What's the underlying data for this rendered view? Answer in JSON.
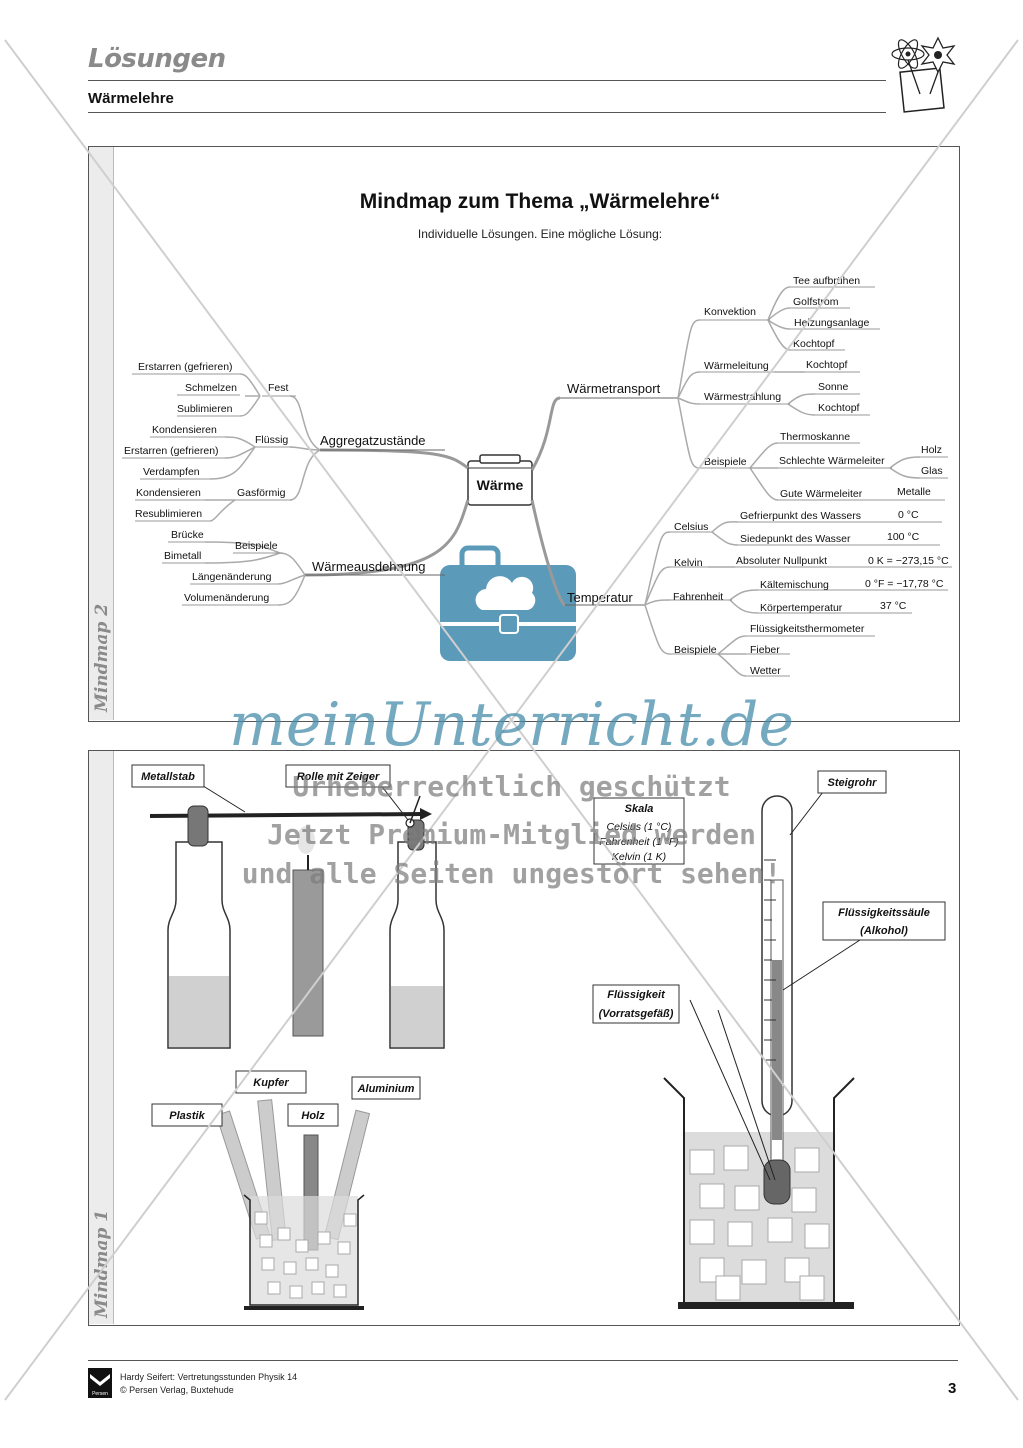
{
  "header": {
    "title": "Lösungen",
    "subtitle": "Wärmelehre"
  },
  "mindmap2": {
    "side_label": "Mindmap 2",
    "title": "Mindmap zum Thema „Wärmelehre“",
    "subtitle": "Individuelle Lösungen. Eine mögliche Lösung:",
    "center": "Wärme",
    "aggregatzustaende": {
      "label": "Aggregatzustände",
      "fest": {
        "label": "Fest",
        "items": [
          "Erstarren (gefrieren)",
          "Schmelzen",
          "Sublimieren"
        ]
      },
      "fluessig": {
        "label": "Flüssig",
        "items": [
          "Kondensieren",
          "Erstarren (gefrieren)",
          "Verdampfen"
        ]
      },
      "gasfoermig": {
        "label": "Gasförmig",
        "items": [
          "Kondensieren",
          "Resublimieren"
        ]
      }
    },
    "waermeausdehnung": {
      "label": "Wärmeausdehnung",
      "beispiele": {
        "label": "Beispiele",
        "items": [
          "Brücke",
          "Bimetall"
        ]
      },
      "extra": [
        "Längenänderung",
        "Volumenänderung"
      ]
    },
    "waermetransport": {
      "label": "Wärmetransport",
      "konvektion": {
        "label": "Konvektion",
        "items": [
          "Tee aufbrühen",
          "Golfstrom",
          "Heizungsanlage",
          "Kochtopf"
        ]
      },
      "waermeleitung": {
        "label": "Wärmeleitung",
        "items": [
          "Kochtopf"
        ]
      },
      "waermestrahlung": {
        "label": "Wärmestrahlung",
        "items": [
          "Sonne",
          "Kochtopf"
        ]
      },
      "beispiele": {
        "label": "Beispiele",
        "thermoskanne": "Thermoskanne",
        "schlechte": "Schlechte Wärmeleiter",
        "schlechte_items": [
          "Holz",
          "Glas"
        ],
        "gute": "Gute Wärmeleiter",
        "gute_items": [
          "Metalle"
        ]
      }
    },
    "temperatur": {
      "label": "Temperatur",
      "celsius": {
        "label": "Celsius",
        "items": [
          "Gefrierpunkt des Wassers",
          "Siedepunkt des Wasser"
        ],
        "values": [
          "0 °C",
          "100 °C"
        ]
      },
      "kelvin": {
        "label": "Kelvin",
        "items": [
          "Absoluter Nullpunkt"
        ],
        "values": [
          "0 K = −273,15 °C"
        ]
      },
      "fahrenheit": {
        "label": "Fahrenheit",
        "items": [
          "Kältemischung",
          "Körpertemperatur"
        ],
        "values": [
          "0 °F = −17,78 °C",
          "37 °C"
        ]
      },
      "beispiele": {
        "label": "Beispiele",
        "items": [
          "Flüssigkeitsthermometer",
          "Fieber",
          "Wetter"
        ]
      }
    }
  },
  "mindmap1": {
    "side_label": "Mindmap 1",
    "labels": {
      "metallstab": "Metallstab",
      "rolle": "Rolle mit Zeiger",
      "skala": "Skala",
      "skala_lines": [
        "Celsius (1 °C)",
        "Fahrenheit (1 °F)",
        "Kelvin (1 K)"
      ],
      "steigrohr": "Steigrohr",
      "fluessigkeitssaeule": "Flüssigkeitssäule",
      "alkohol": "(Alkohol)",
      "fluessigkeit": "Flüssigkeit",
      "vorratsgefaess": "(Vorratsgefäß)",
      "kupfer": "Kupfer",
      "aluminium": "Aluminium",
      "plastik": "Plastik",
      "holz": "Holz"
    }
  },
  "watermark": {
    "logo": "meinUnterricht.de",
    "line1": "Urheberrechtlich geschützt",
    "line2": "Jetzt Premium-Mitglied werden",
    "line3": "und alle Seiten ungestört sehen!"
  },
  "footer": {
    "publisher_logo": "Persen",
    "line1": "Hardy Seifert: Vertretungsstunden Physik 14",
    "line2": "© Persen Verlag, Buxtehude",
    "page": "3"
  }
}
